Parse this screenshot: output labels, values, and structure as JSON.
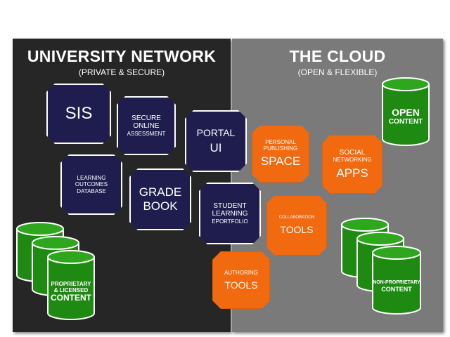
{
  "left_panel": {
    "title": "UNIVERSITY NETWORK",
    "subtitle": "(PRIVATE & SECURE)"
  },
  "right_panel": {
    "title": "THE CLOUD",
    "subtitle": "(OPEN & FLEXIBLE)"
  },
  "boxes": {
    "sis": {
      "line1": "SIS"
    },
    "secure": {
      "line1": "SECURE",
      "line2": "ONLINE",
      "line3": "ASSESSMENT"
    },
    "portal": {
      "line1": "PORTAL",
      "line2": "UI"
    },
    "outcomes": {
      "line1": "LEARNING",
      "line2": "OUTCOMES",
      "line3": "DATABASE"
    },
    "grade": {
      "line1": "GRADE",
      "line2": "BOOK"
    },
    "eportfolio": {
      "line1": "STUDENT",
      "line2": "LEARNING",
      "line3": "EPORTFOLIO"
    },
    "publishing": {
      "line1": "PERSONAL",
      "line2": "PUBLISHING",
      "line3": "SPACE"
    },
    "social": {
      "line1": "SOCIAL",
      "line2": "NETWORKING",
      "line3": "APPS"
    },
    "collab": {
      "line1": "COLLABORATION",
      "line2": "TOOLS"
    },
    "authoring": {
      "line1": "AUTHORING",
      "line2": "TOOLS"
    }
  },
  "databases": {
    "proprietary": {
      "line1": "PROPRIETARY",
      "line2": "& LICENSED",
      "line3": "CONTENT"
    },
    "open": {
      "line1": "OPEN",
      "line2": "CONTENT"
    },
    "nonproprietary": {
      "line1": "NON-PROPRIETARY",
      "line2": "CONTENT"
    }
  },
  "colors": {
    "private_panel": "#262626",
    "cloud_panel": "#7a7a7a",
    "private_box": "#1e1d4e",
    "cloud_box": "#f26a0f",
    "database": "#1f8a12"
  }
}
